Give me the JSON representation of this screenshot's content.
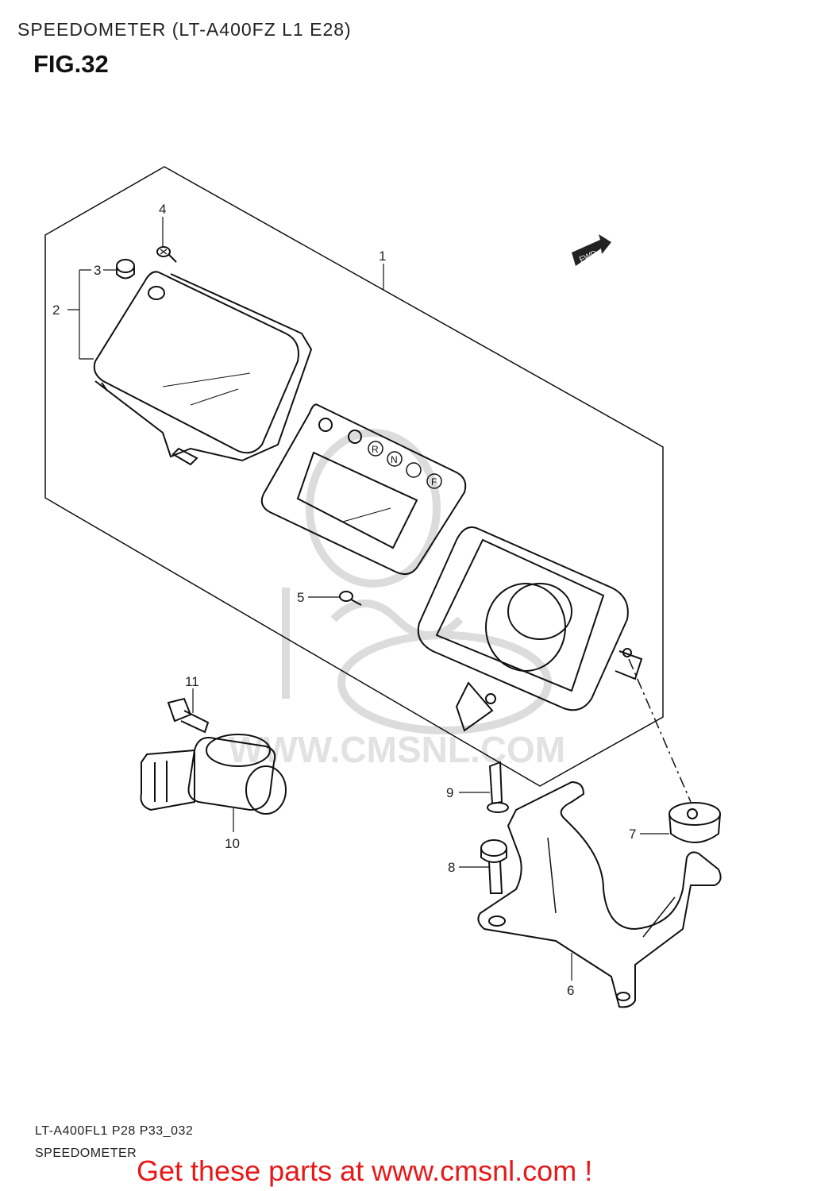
{
  "header": {
    "title": "SPEEDOMETER (LT-A400FZ L1 E28)",
    "figure": "FIG.32"
  },
  "watermark": {
    "text": "WWW.CMSNL.COM",
    "logo": "CMS",
    "color": "#d8d8d8"
  },
  "fwd_arrow": {
    "label": "FWD"
  },
  "callouts": [
    {
      "id": "1",
      "label": "1"
    },
    {
      "id": "2",
      "label": "2"
    },
    {
      "id": "3",
      "label": "3"
    },
    {
      "id": "4",
      "label": "4"
    },
    {
      "id": "5",
      "label": "5"
    },
    {
      "id": "6",
      "label": "6"
    },
    {
      "id": "7",
      "label": "7"
    },
    {
      "id": "8",
      "label": "8"
    },
    {
      "id": "9",
      "label": "9"
    },
    {
      "id": "10",
      "label": "10"
    },
    {
      "id": "11",
      "label": "11"
    }
  ],
  "indicators": [
    "R",
    "N",
    "F"
  ],
  "footer": {
    "code": "LT-A400FL1  P28  P33_032",
    "name": "SPEEDOMETER"
  },
  "promo": {
    "text": "Get these parts at www.cmsnl.com !",
    "color": "#e81818"
  }
}
